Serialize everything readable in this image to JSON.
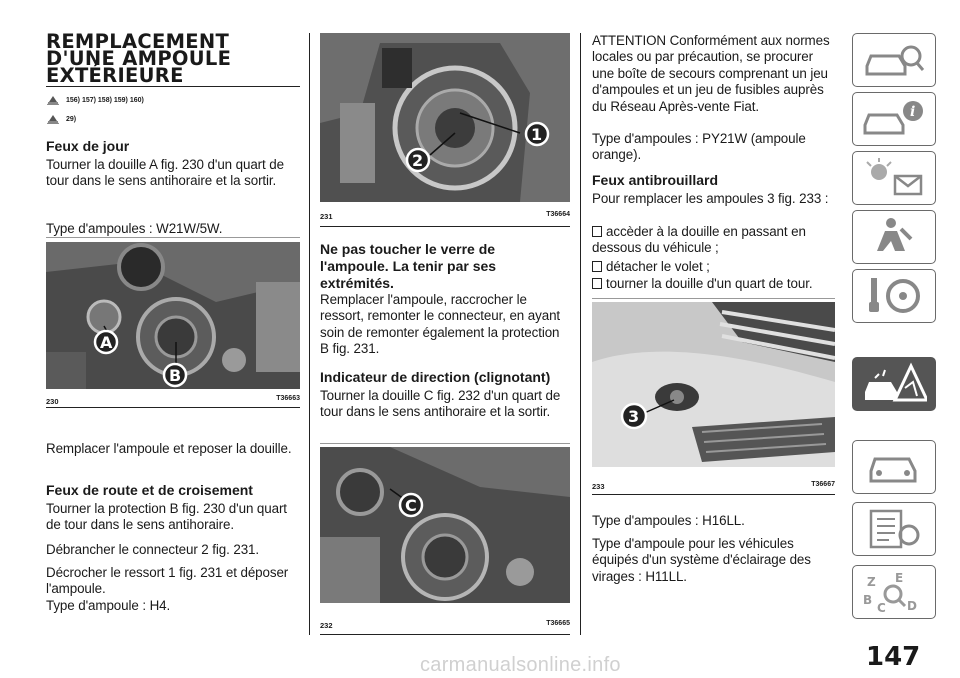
{
  "section_title": [
    "REMPLACEMENT",
    "D'UNE AMPOULE",
    "EXTÉRIEURE"
  ],
  "refs_notes": "156) 157) 158) 159) 160)",
  "refs_warning": "29)",
  "col1": {
    "h_jour": "Feux de jour",
    "p_jour": "Tourner la douille A fig. 230 d'un quart de tour dans le sens antihoraire et la sortir.",
    "p_type_jour": "Type d'ampoules : W21W/5W.",
    "fig230": {
      "num": "230",
      "ref": "T36663",
      "label_a": "A",
      "label_b": "B"
    },
    "p_replace": "Remplacer l'ampoule et reposer la douille.",
    "h_route": "Feux de route et de croisement",
    "p_route1": "Tourner la protection B fig. 230 d'un quart de tour dans le sens antihoraire.",
    "p_route2": "Débrancher le connecteur 2 fig. 231.",
    "p_route3": "Décrocher le ressort 1 fig. 231 et déposer l'ampoule.",
    "p_route4": "Type d'ampoule : H4."
  },
  "col2": {
    "fig231": {
      "num": "231",
      "ref": "T36664",
      "label_1": "1",
      "label_2": "2"
    },
    "h_warn": "Ne pas toucher le verre de l'ampoule. La tenir par ses extrémités.",
    "p_warn": "Remplacer l'ampoule, raccrocher le ressort, remonter le connecteur, en ayant soin de remonter également la protection B fig. 231.",
    "h_clign": "Indicateur de direction (clignotant)",
    "p_clign": "Tourner la douille C fig. 232 d'un quart de tour dans le sens antihoraire et la sortir.",
    "fig232": {
      "num": "232",
      "ref": "T36665",
      "label_c": "C"
    }
  },
  "col3": {
    "p_attention": "ATTENTION Conformément aux normes locales ou par précaution, se procurer une boîte de secours comprenant un jeu d'ampoules et un jeu de fusibles auprès du Réseau Après-vente Fiat.",
    "p_type_clign": "Type d'ampoules : PY21W (ampoule orange).",
    "h_anti": "Feux antibrouillard",
    "p_anti": "Pour remplacer les ampoules 3 fig. 233 :",
    "steps": [
      "accèder à la douille en passant en dessous du véhicule ;",
      "détacher le volet ;",
      "tourner la douille d'un quart de tour."
    ],
    "fig233": {
      "num": "233",
      "ref": "T36667",
      "label_3": "3"
    },
    "p_h16": "Type d'ampoules : H16LL.",
    "p_h11": "Type d'ampoule pour les véhicules équipés d'un système d'éclairage des virages : H11LL."
  },
  "sidebar_tabs": [
    {
      "icon": "car-search-icon",
      "active": false
    },
    {
      "icon": "car-info-icon",
      "active": false
    },
    {
      "icon": "warning-lights-icon",
      "active": false
    },
    {
      "icon": "seat-airbag-icon",
      "active": false
    },
    {
      "icon": "key-steering-icon",
      "active": false
    },
    {
      "icon": "breakdown-warning-icon",
      "active": true
    },
    {
      "icon": "car-maintenance-icon",
      "active": false
    },
    {
      "icon": "technical-data-icon",
      "active": false
    },
    {
      "icon": "index-search-icon",
      "active": false
    }
  ],
  "page_number": "147",
  "watermark": "carmanualsonline.info"
}
